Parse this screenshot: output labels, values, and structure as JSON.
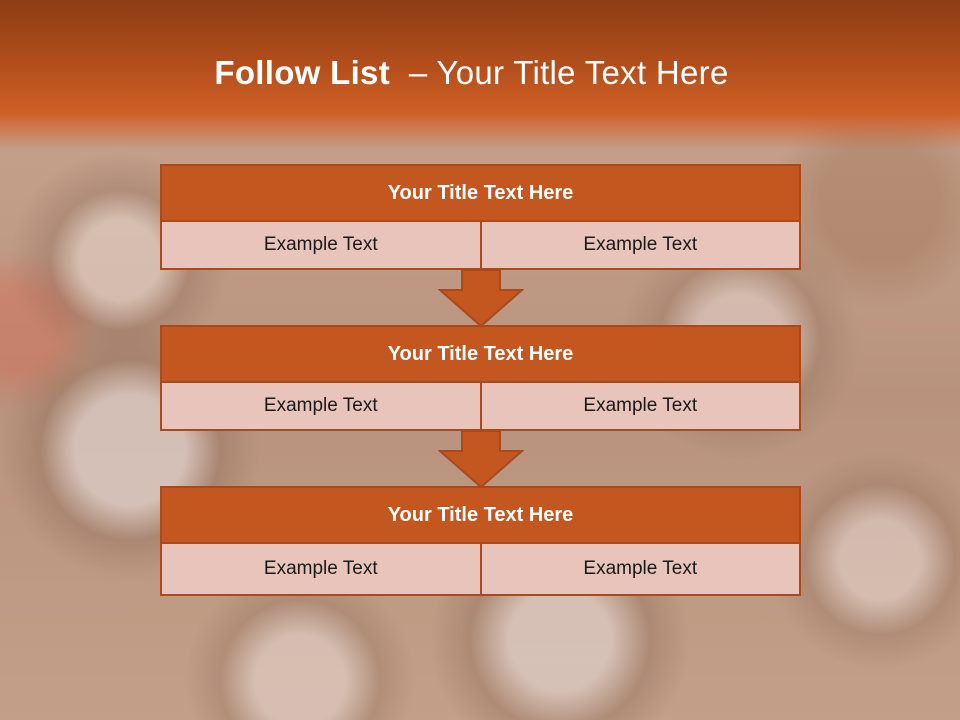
{
  "slide": {
    "title_strong": "Follow List",
    "title_rest": "  – Your Title Text Here"
  },
  "blocks": [
    {
      "title": "Your Title Text Here",
      "left": "Example Text",
      "right": "Example Text"
    },
    {
      "title": "Your Title Text Here",
      "left": "Example Text",
      "right": "Example Text"
    },
    {
      "title": "Your Title Text Here",
      "left": "Example Text",
      "right": "Example Text"
    }
  ],
  "colors": {
    "accent": "#c4561f",
    "accent_dark": "#a84a1c",
    "cell_fill": "#e8c4ba",
    "title_band": "#b44f1c"
  },
  "icons": [
    "down-arrow-icon",
    "down-arrow-icon"
  ]
}
